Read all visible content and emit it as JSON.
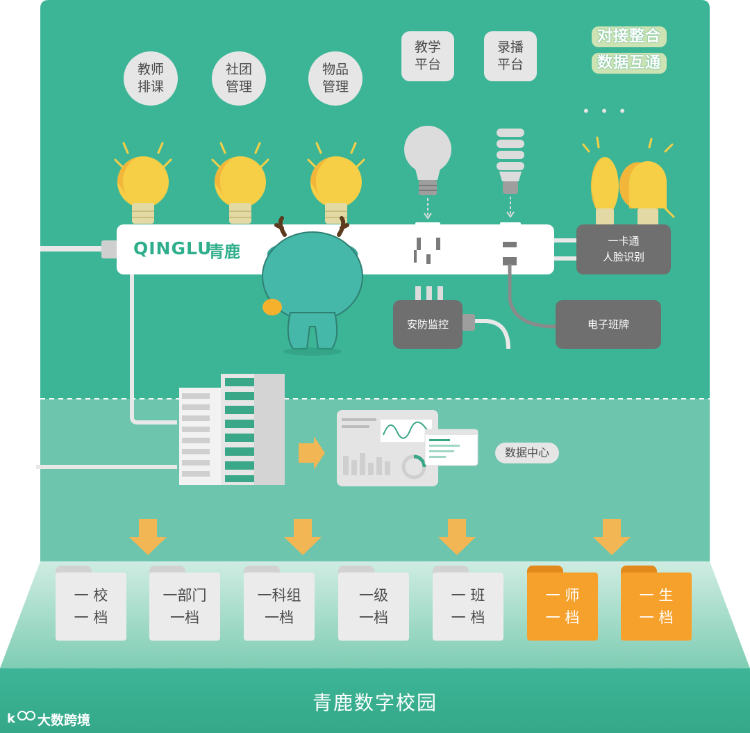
{
  "top_tag": {
    "line1": "对接整合",
    "line2": "数据互通"
  },
  "bubbles": [
    {
      "label": "教师\n排课"
    },
    {
      "label": "社团\n管理"
    },
    {
      "label": "物品\n管理"
    }
  ],
  "platform_tiles": [
    {
      "label": "教学\n平台"
    },
    {
      "label": "录播\n平台"
    }
  ],
  "ellipsis": "• • •",
  "power_strip": {
    "brand_latin": "QINGLU",
    "brand_cn": "青鹿"
  },
  "devices": {
    "card_face": "一卡通\n人脸识别",
    "security": "安防监控",
    "e_board": "电子班牌"
  },
  "data_center": "数据中心",
  "folders": [
    {
      "label": "一 校\n一 档",
      "style": "gray"
    },
    {
      "label": "一部门\n一档",
      "style": "gray"
    },
    {
      "label": "一科组\n一档",
      "style": "gray"
    },
    {
      "label": "一级\n一档",
      "style": "gray"
    },
    {
      "label": "一 班\n一 档",
      "style": "gray"
    },
    {
      "label": "一 师\n一 档",
      "style": "orange"
    },
    {
      "label": "一 生\n一 档",
      "style": "orange"
    }
  ],
  "base_label": "青鹿数字校园",
  "watermark": "大数跨境",
  "colors": {
    "teal": "#3cb596",
    "teal_light": "#6cc5ac",
    "orange": "#f6a12c",
    "bulb_yellow": "#f6cf46",
    "device_gray": "#6f6f6f"
  }
}
